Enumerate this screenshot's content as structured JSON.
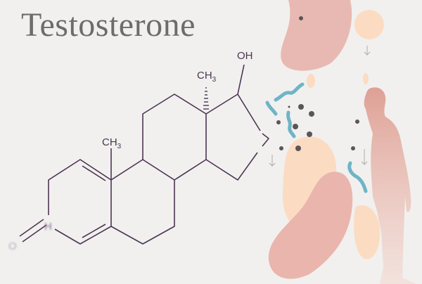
{
  "title": "Testosterone",
  "labels": {
    "methyl_top": "CH",
    "methyl_top_sub": "3",
    "methyl_left": "CH",
    "methyl_left_sub": "3",
    "hydroxyl": "OH",
    "oxygen": "O",
    "hydrogen": "H"
  },
  "colors": {
    "bond": "#4d3553",
    "title": "#6f6b6b",
    "pink_blob": "#e8b4ad",
    "peach_blob": "#fbdcc0",
    "teal": "#6fb4c6",
    "figure": "#e2a89e"
  }
}
